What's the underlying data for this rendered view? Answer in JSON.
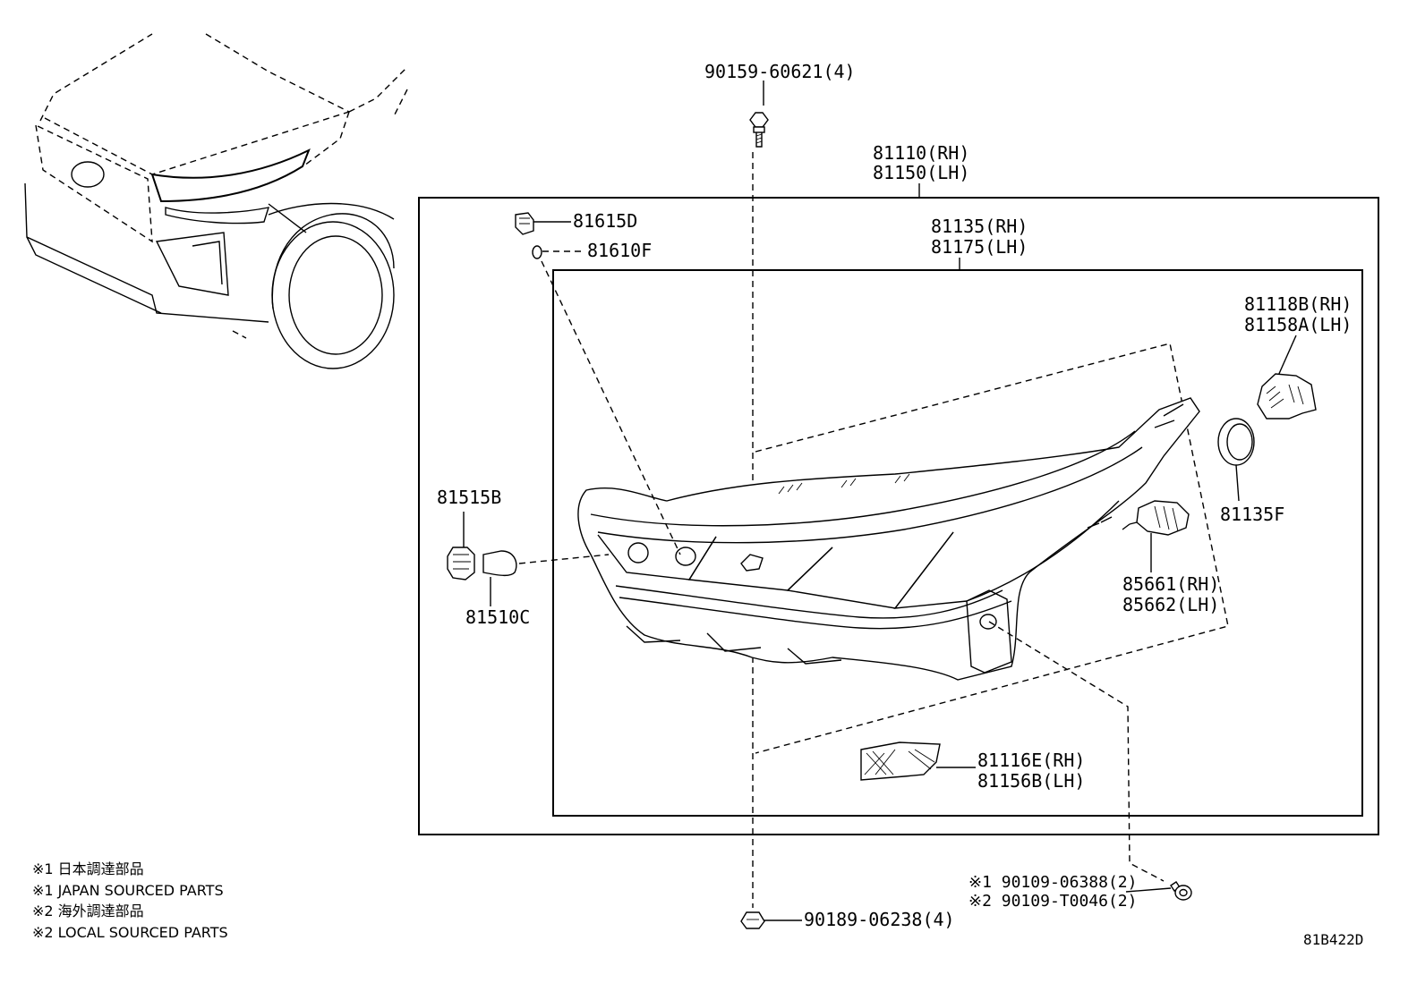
{
  "labels": {
    "bolt_top": "90159-60621(4)",
    "assy_rh": "81110(RH)",
    "assy_lh": "81150(LH)",
    "unit_rh": "81135(RH)",
    "unit_lh": "81175(LH)",
    "socket_816": "81615D",
    "bulb_816": "81610F",
    "cover_rh": "81118B(RH)",
    "cover_lh": "81158A(LH)",
    "cap": "81135F",
    "socket_815": "81515B",
    "bulb_815": "81510C",
    "actuator_rh": "85661(RH)",
    "actuator_lh": "85662(LH)",
    "bracket_rh": "81116E(RH)",
    "bracket_lh": "81156B(LH)",
    "screw_1": "※1 90109-06388(2)",
    "screw_2": "※2 90109-T0046(2)",
    "clip_bottom": "90189-06238(4)",
    "diagram_code": "81B422D"
  },
  "notes": [
    "※1 日本調達部品",
    "※1 JAPAN SOURCED PARTS",
    "※2 海外調達部品",
    "※2 LOCAL SOURCED PARTS"
  ]
}
